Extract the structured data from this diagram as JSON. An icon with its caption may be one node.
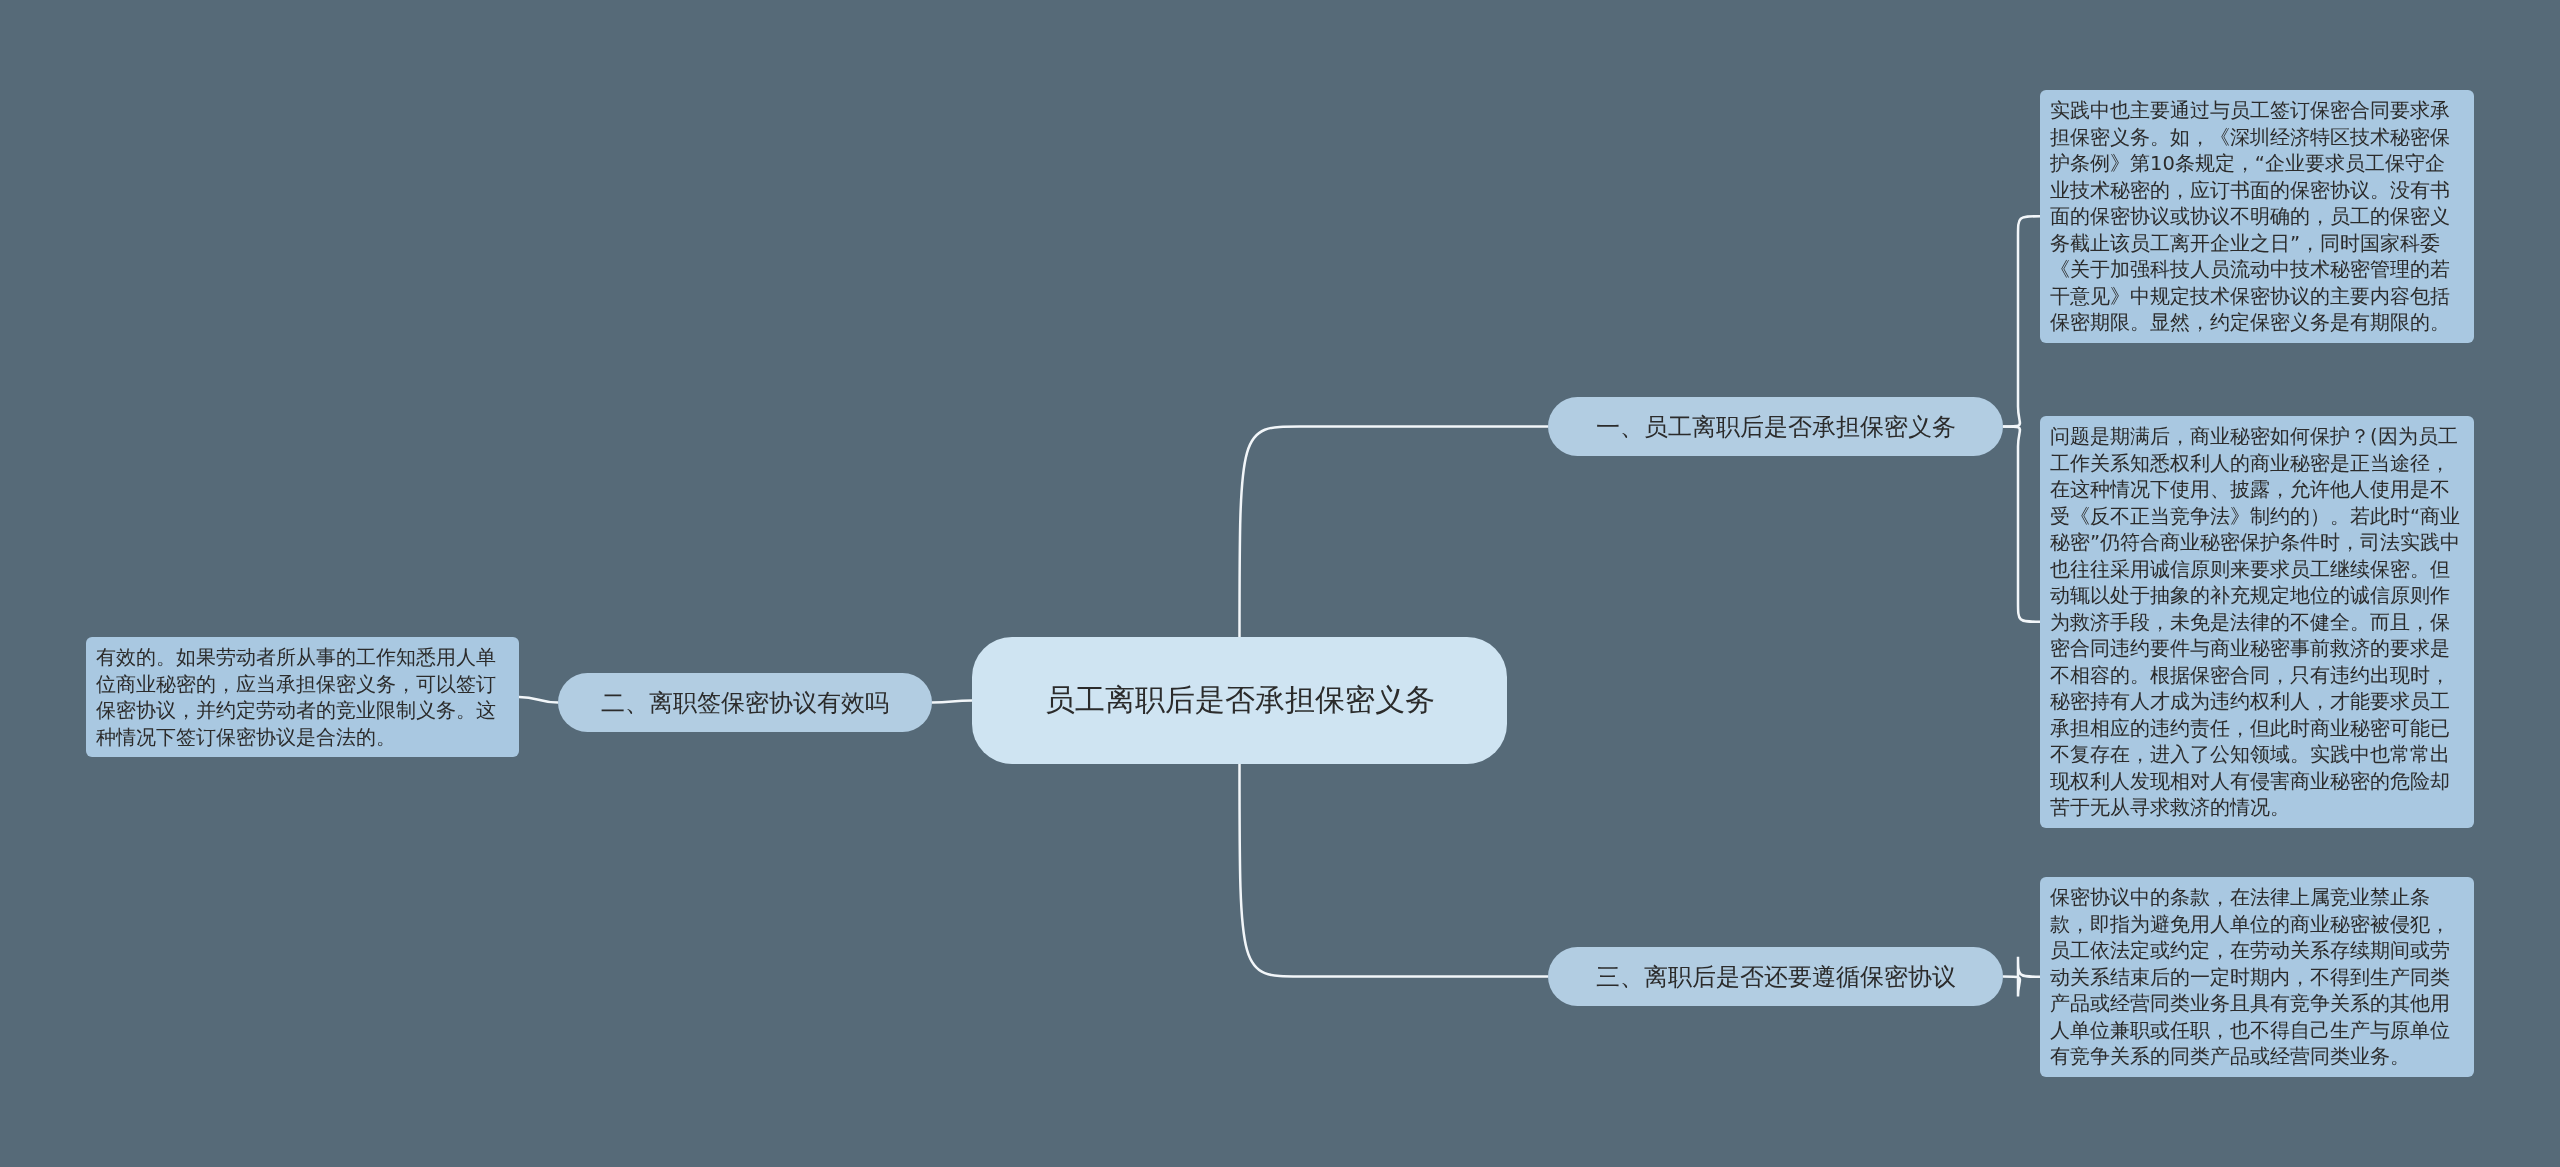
{
  "diagram": {
    "nodes": [
      {
        "text": [
          "员工离职后是否承担保密义务"
        ]
      },
      {
        "text": [
          "一、员工离职后是否承担保密义务"
        ]
      },
      {
        "text": [
          "实践中也主要通过与员工签订保密合同要求承担保密义务。如，《深圳经济特区技术秘密保护条例》第10条规定，“企业要求员工保守企业技术秘密的，应订书面的保密协议。没有书面的保密协议或协议不明确的，员工的保密义务截止该员工离开企业之日”，同时国家科委《关于加强科技人员流动中技术秘密管理的若干意见》中规定技术保密协议的主要内容包括保密期限。显然，约定保密义务是有期限的。"
        ]
      },
      {
        "text": [
          "问题是期满后，商业秘密如何保护？(因为员工工作关系知悉权利人的商业秘密是正当途径，在这种情况下使用、披露，允许他人使用是不受《反不正当竞争法》制约的）。若此时“商业秘密”仍符合商业秘密保护条件时，司法实践中也往往采用诚信原则来要求员工继续保密。但动辄以处于抽象的补充规定地位的诚信原则作为救济手段，未免是法律的不健全。而且，保密合同违约要件与商业秘密事前救济的要求是不相容的。根据保密合同，只有违约出现时，秘密持有人才成为违约权利人，才能要求员工承担相应的违约责任，但此时商业秘密可能已不复存在，进入了公知领域。实践中也常常出现权利人发现相对人有侵害商业秘密的危险却苦于无从寻求救济的情况。"
        ]
      },
      {
        "text": [
          "二、离职签保密协议有效吗"
        ]
      },
      {
        "text": [
          "有效的。如果劳动者所从事的工作知悉用人单位商业秘密的，应当承担保密义务，可以签订保密协议，并约定劳动者的竞业限制义务。这种情况下签订保密协议是合法的。"
        ]
      },
      {
        "text": [
          "三、离职后是否还要遵循保密协议"
        ]
      },
      {
        "text": [
          "保密协议中的条款，在法律上属竞业禁止条款，即指为避免用人单位的商业秘密被侵犯，员工依法定或约定，在劳动关系存续期间或劳动关系结束后的一定时期内，不得到生产同类产品或经营同类业务且具有竞争关系的其他用人单位兼职或任职，也不得自己生产与原单位有竞争关系的同类产品或经营同类业务。"
        ]
      }
    ],
    "edges": [
      {
        "from": 0,
        "to": 1,
        "arrow": "none"
      },
      {
        "from": 1,
        "to": 2,
        "arrow": "none"
      },
      {
        "from": 1,
        "to": 3,
        "arrow": "none"
      },
      {
        "from": 0,
        "to": 4,
        "arrow": "none"
      },
      {
        "from": 4,
        "to": 5,
        "arrow": "none"
      },
      {
        "from": 0,
        "to": 6,
        "arrow": "none"
      },
      {
        "from": 6,
        "to": 7,
        "arrow": "none"
      }
    ]
  }
}
